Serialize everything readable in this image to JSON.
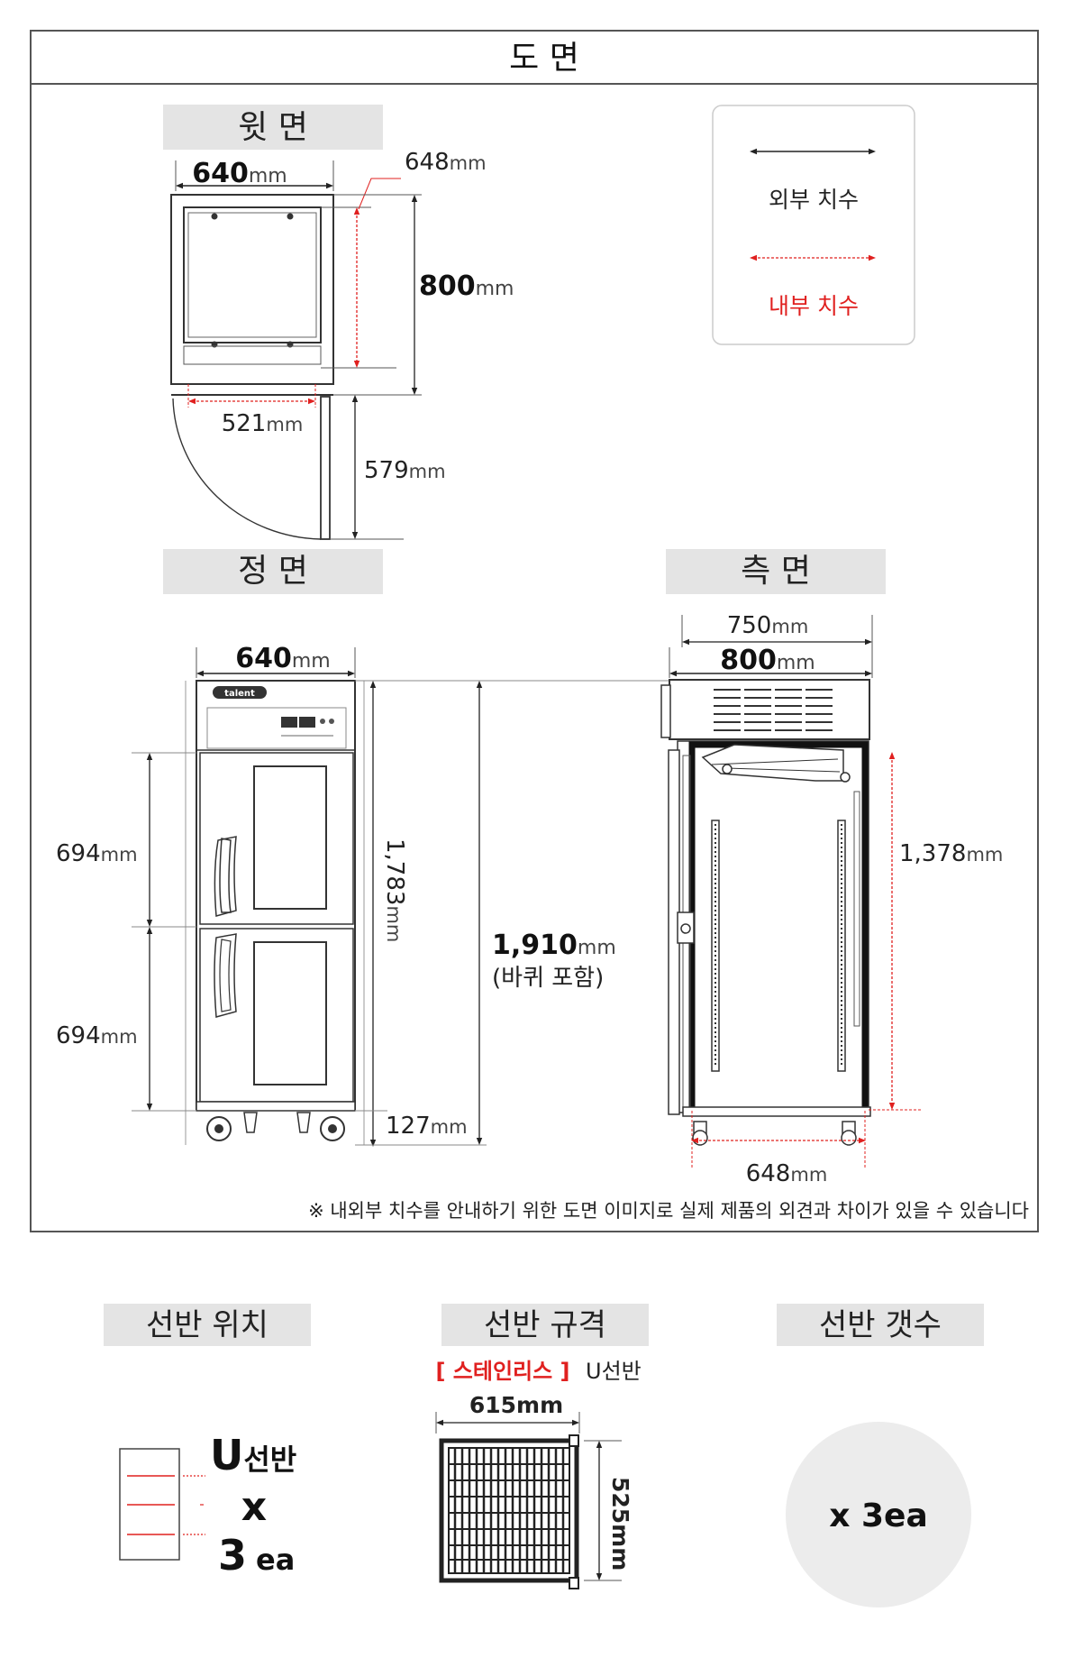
{
  "main_title": "도 면",
  "top_view": {
    "label": "윗 면",
    "width": "640",
    "depth_outer": "648",
    "depth": "800",
    "inner_width": "521",
    "door_swing": "579"
  },
  "legend": {
    "outer": "외부 치수",
    "inner": "내부 치수"
  },
  "front_view": {
    "label": "정 면",
    "width": "640",
    "door_top": "694",
    "door_bottom": "694",
    "body_height": "1,783",
    "total_height": "1,910",
    "total_height_note": "(바퀴 포함)",
    "caster_height": "127"
  },
  "side_view": {
    "label": "측 면",
    "depth_inner": "750",
    "depth_outer": "800",
    "inner_height": "1,378",
    "inner_depth": "648"
  },
  "unit": "mm",
  "notice": "※ 내외부 치수를 안내하기 위한 도면 이미지로 실제 제품의 외견과 차이가 있을 수 있습니다",
  "shelf_position": {
    "label": "선반 위치",
    "type_u": "U",
    "type_text": "선반",
    "times": "x",
    "count": "3",
    "count_unit": "ea"
  },
  "shelf_spec": {
    "label": "선반 규격",
    "material": "[ 스테인리스 ]",
    "type": "U선반",
    "width": "615mm",
    "depth": "525mm"
  },
  "shelf_count": {
    "label": "선반 갯수",
    "value": "x 3ea"
  },
  "colors": {
    "accent_red": "#e0201f",
    "label_bg": "#e4e4e4",
    "circle_bg": "#ececec",
    "line": "#333333"
  }
}
